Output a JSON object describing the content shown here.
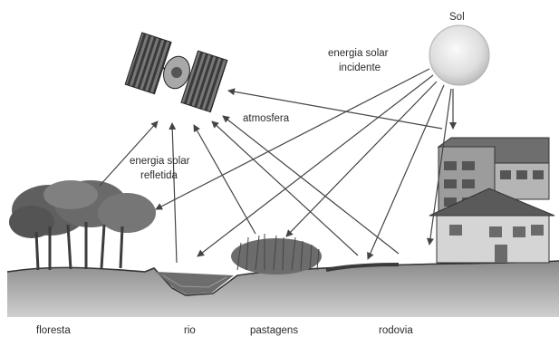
{
  "labels": {
    "sun": "Sol",
    "incident_line1": "energia solar",
    "incident_line2": "incidente",
    "atmosphere": "atmosfera",
    "reflected_line1": "energia solar",
    "reflected_line2": "refletida",
    "forest": "floresta",
    "river": "rio",
    "pasture": "pastagens",
    "highway": "rodovia"
  },
  "icons": {
    "satellite": "satellite-icon",
    "sun": "sun-icon",
    "buildings": "building-icon",
    "trees": "tree-icon",
    "grass": "grass-icon"
  }
}
